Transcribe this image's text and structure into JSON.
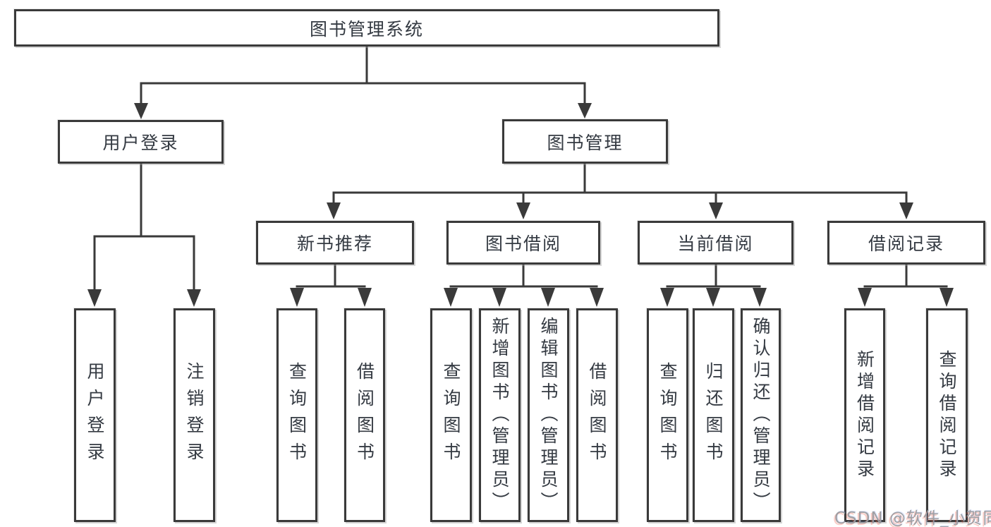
{
  "tree": {
    "root": {
      "label": "图书管理系统"
    },
    "branches": [
      {
        "label": "用户登录",
        "children": [
          {
            "label": "用户登录"
          },
          {
            "label": "注销登录"
          }
        ]
      },
      {
        "label": "图书管理",
        "children": [
          {
            "label": "新书推荐",
            "children": [
              {
                "label": "查询图书"
              },
              {
                "label": "借阅图书"
              }
            ]
          },
          {
            "label": "图书借阅",
            "children": [
              {
                "label": "查询图书"
              },
              {
                "label": "新增图书（管理员）"
              },
              {
                "label": "编辑图书（管理员）"
              },
              {
                "label": "借阅图书"
              }
            ]
          },
          {
            "label": "当前借阅",
            "children": [
              {
                "label": "查询图书"
              },
              {
                "label": "归还图书"
              },
              {
                "label": "确认归还（管理员）"
              }
            ]
          },
          {
            "label": "借阅记录",
            "children": [
              {
                "label": "新增借阅记录"
              },
              {
                "label": "查询借阅记录"
              }
            ]
          }
        ]
      }
    ]
  },
  "watermark": {
    "text": "CSDN @软件_小贺同学"
  },
  "colors": {
    "line": "#3a3a3a",
    "text": "#343a42",
    "watermark": "#9b9b9e",
    "background": "#ffffff"
  }
}
